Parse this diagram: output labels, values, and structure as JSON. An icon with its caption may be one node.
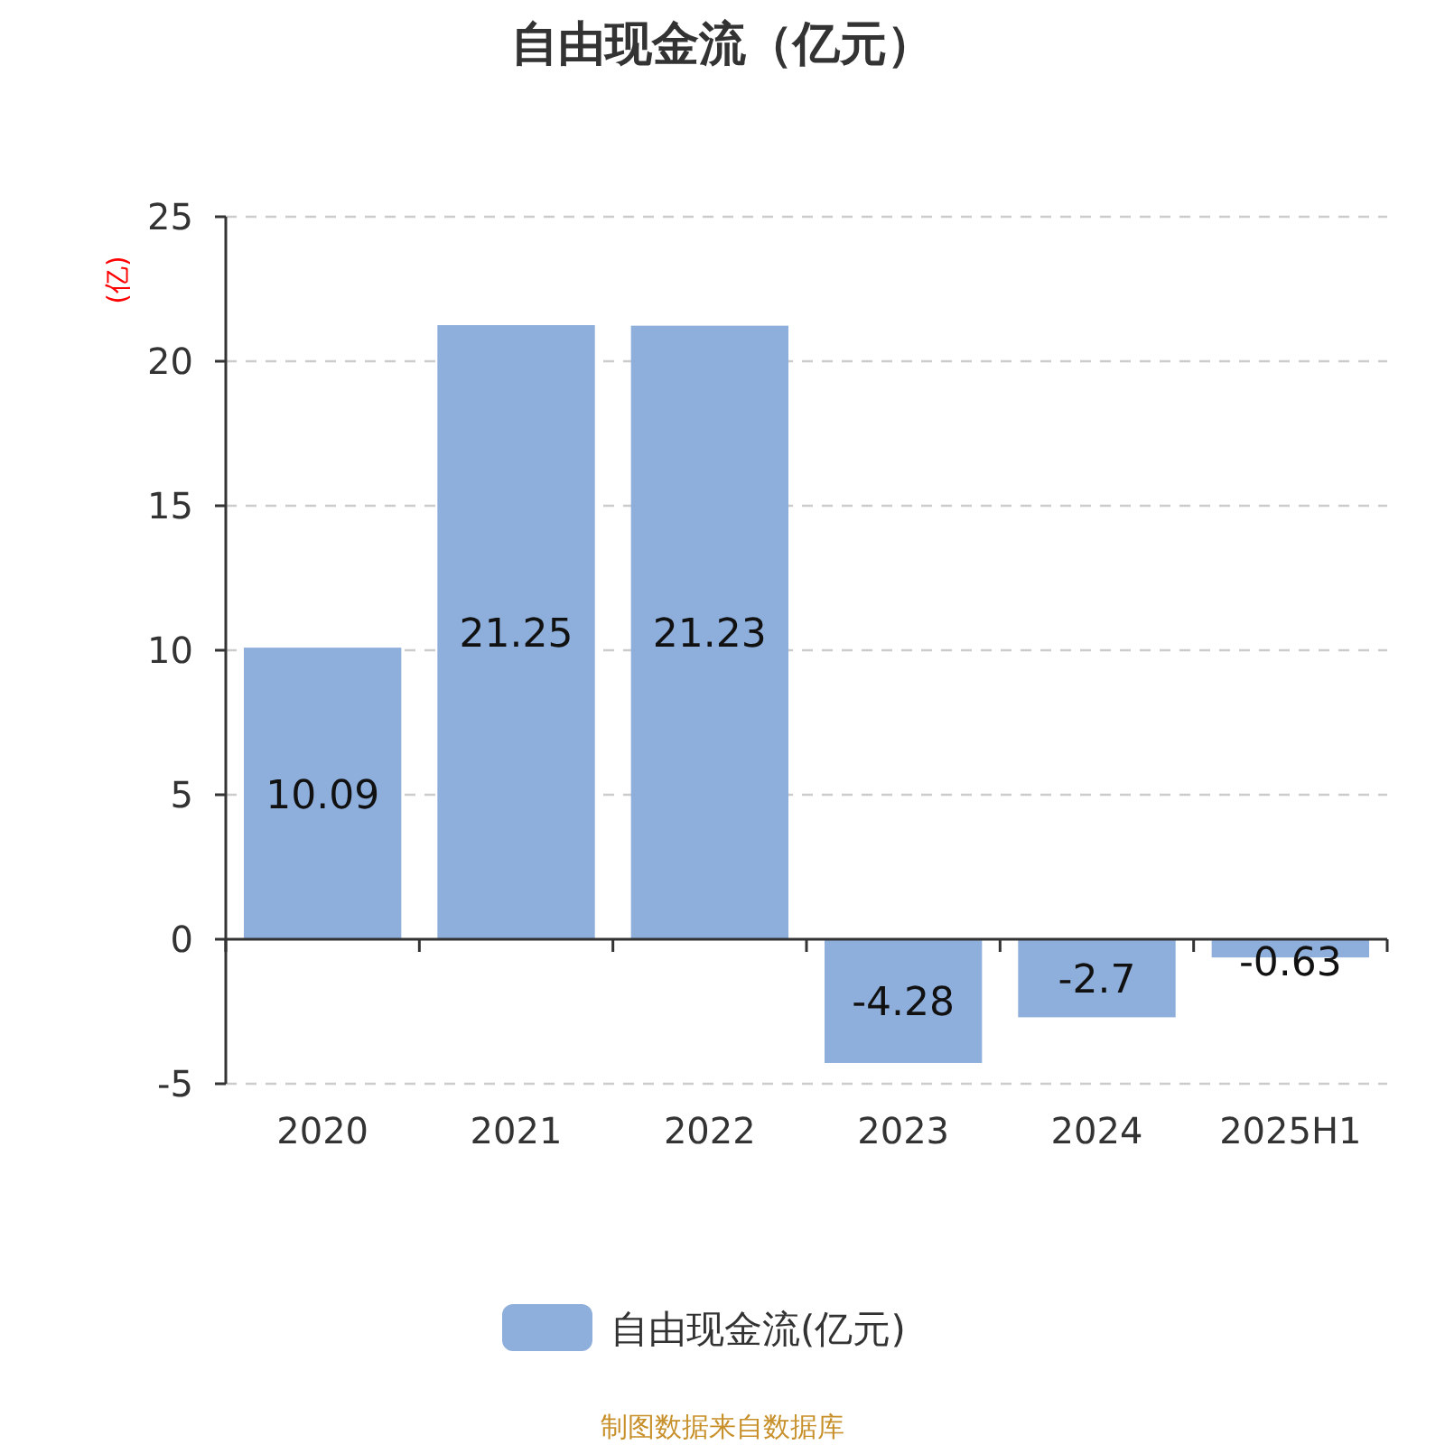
{
  "diagram": {
    "title": "自由现金流（亿元）",
    "chart_data": {
      "type": "bar",
      "ylabel": "(亿)",
      "categories": [
        "2020",
        "2021",
        "2022",
        "2023",
        "2024",
        "2025H1"
      ],
      "series": [
        {
          "color": "#8eaedb",
          "values": [
            10.09,
            21.25,
            21.23,
            -4.28,
            -2.7,
            -0.63
          ]
        }
      ],
      "ylim": [
        -5,
        25
      ],
      "yticks": [
        -5,
        0,
        5,
        10,
        15,
        20,
        25
      ],
      "data_labels": true,
      "grid": true
    },
    "legend": [
      {
        "text": "自由现金流(亿元)",
        "color": "#8eaedb"
      }
    ],
    "labels": [
      "制图数据来自数据库"
    ]
  }
}
